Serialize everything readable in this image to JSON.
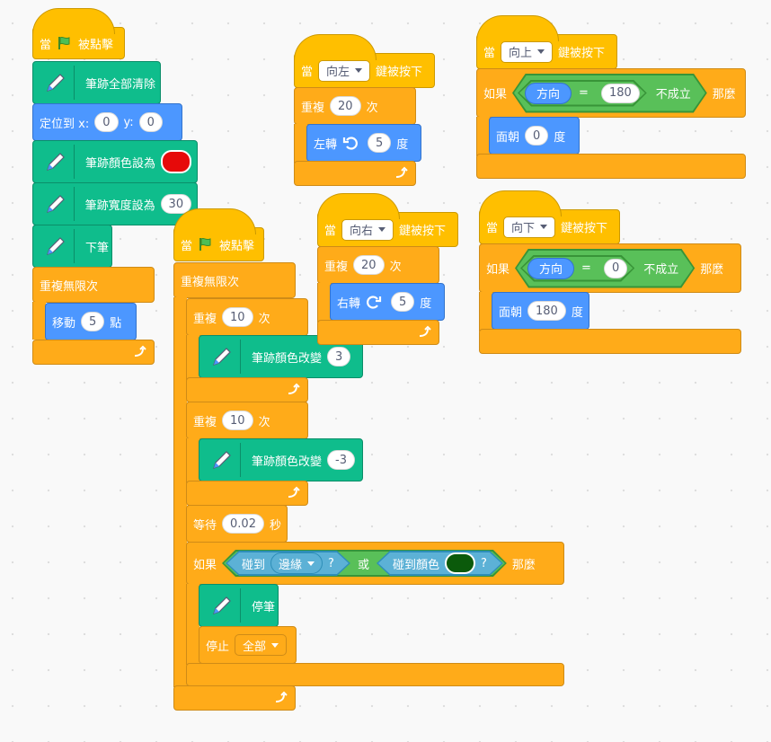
{
  "common": {
    "when": "當",
    "flag_clicked": "被點擊",
    "key_pressed": "鍵被按下",
    "repeat": "重複",
    "times": "次",
    "forever": "重複無限次",
    "if": "如果",
    "then": "那麼",
    "not": "不成立",
    "degrees": "度",
    "point_in_direction": "面朝",
    "direction": "方向",
    "equals": "="
  },
  "script1": {
    "erase_all": "筆跡全部清除",
    "goto_x_label": "定位到 x:",
    "x_value": "0",
    "y_label": "y:",
    "y_value": "0",
    "set_color_label": "筆跡顏色設為",
    "set_color_value": "#e60a0a",
    "set_size_label": "筆跡寬度設為",
    "set_size_value": "30",
    "pen_down": "下筆",
    "move_label": "移動",
    "move_value": "5",
    "move_unit": "點"
  },
  "script2": {
    "repeat1_count": "10",
    "change_color_label": "筆跡顏色改變",
    "change1_value": "3",
    "repeat2_count": "10",
    "change2_value": "-3",
    "wait_label": "等待",
    "wait_value": "0.02",
    "wait_unit": "秒",
    "touching_label": "碰到",
    "touching_option": "邊緣",
    "question": "?",
    "or_label": "或",
    "touching_color_label": "碰到顏色",
    "touching_color_value": "#0b5a0b",
    "pen_up": "停筆",
    "stop_label": "停止",
    "stop_option": "全部"
  },
  "script3": {
    "key": "向左",
    "repeat_count": "20",
    "turn_left_label": "左轉",
    "turn_value": "5"
  },
  "script4": {
    "key": "向右",
    "repeat_count": "20",
    "turn_right_label": "右轉",
    "turn_value": "5"
  },
  "script5": {
    "key": "向上",
    "compare_value": "180",
    "point_value": "0"
  },
  "script6": {
    "key": "向下",
    "compare_value": "0",
    "point_value": "180"
  }
}
